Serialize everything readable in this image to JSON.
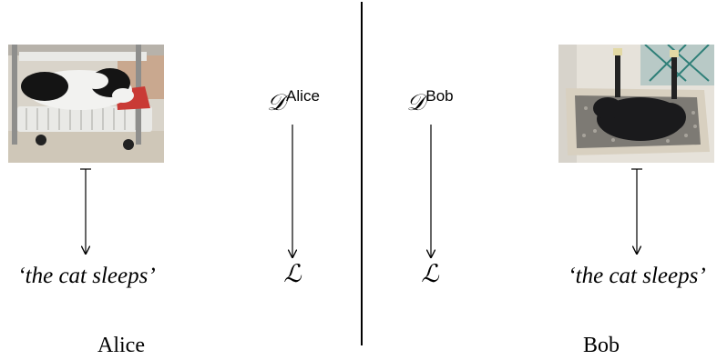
{
  "alice": {
    "caption": "‘the cat sleeps’",
    "distribution_symbol": "𝒟",
    "distribution_superscript": "Alice",
    "language_symbol": "ℒ",
    "name": "Alice"
  },
  "bob": {
    "caption": "‘the cat sleeps’",
    "distribution_symbol": "𝒟",
    "distribution_superscript": "Bob",
    "language_symbol": "ℒ",
    "name": "Bob"
  },
  "colors": {
    "line": "#000000",
    "alice_cat_white": "#f2f2f0",
    "alice_cat_black": "#141414",
    "basket_white": "#e9e9e6",
    "floor": "#cfc7b8",
    "bob_cat": "#1a1a1c",
    "planter": "#d8d0c0",
    "gravel": "#7d7a74"
  }
}
